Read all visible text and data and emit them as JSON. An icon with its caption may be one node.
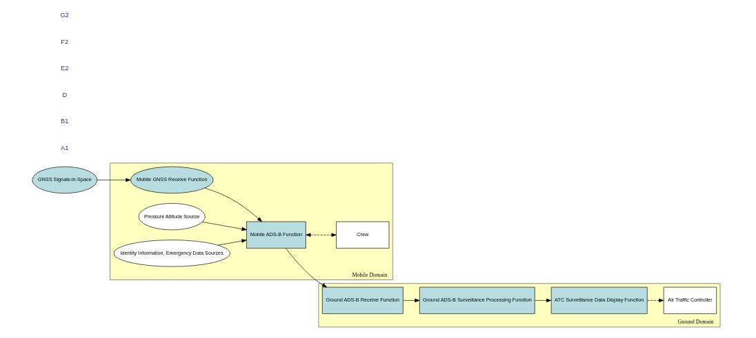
{
  "diagram": {
    "nodes": [
      {
        "text": [
          "GNSS Signals-in-Space"
        ]
      },
      {
        "text": [
          "Mobile Domain"
        ]
      },
      {
        "text": [
          "Mobile GNSS Receive Function"
        ],
        "in": 1
      },
      {
        "text": [
          "Pressure Altitude Source"
        ],
        "in": 1
      },
      {
        "text": [
          "Identity Information, Emergency Data Sources"
        ],
        "in": 1
      },
      {
        "text": [
          "Crew"
        ],
        "in": 1
      },
      {
        "text": [
          "Mobile ADS-B Function"
        ],
        "in": 1
      },
      {
        "text": [
          "Ground Domain"
        ]
      },
      {
        "text": [
          "Ground ADS-B Receive Function"
        ],
        "in": 7
      },
      {
        "text": [
          "Ground ADS-B Surveillance Processing Function"
        ],
        "in": 7
      },
      {
        "text": [
          "Air Traffic Controller"
        ],
        "in": 7
      },
      {
        "text": [
          "ATC Surveillance Data Display Function"
        ],
        "in": 7
      }
    ],
    "edges": [
      {
        "from": 0,
        "to": 2,
        "arrow": "to"
      },
      {
        "from": 2,
        "to": 6,
        "arrow": "to"
      },
      {
        "from": 3,
        "to": 6,
        "arrow": "to"
      },
      {
        "from": 4,
        "to": 6,
        "arrow": "to"
      },
      {
        "from": 6,
        "to": 5,
        "arrow": "both",
        "style": "dashed"
      },
      {
        "from": 6,
        "to": 8,
        "arrow": "to"
      },
      {
        "from": 8,
        "to": 9,
        "arrow": "to"
      },
      {
        "from": 9,
        "to": 11,
        "arrow": "to"
      },
      {
        "from": 11,
        "to": 10,
        "arrow": "to",
        "style": "dashed"
      }
    ],
    "labels": [
      "A1",
      "B1",
      "D",
      "E2",
      "F2",
      "G2"
    ]
  }
}
